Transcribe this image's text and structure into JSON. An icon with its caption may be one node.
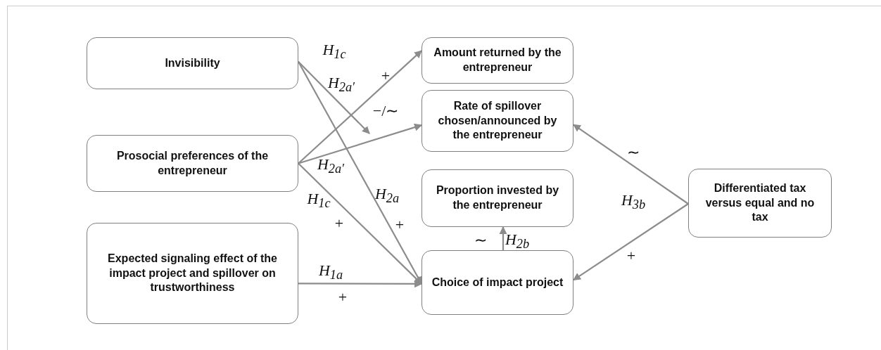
{
  "diagram": {
    "nodes": [
      {
        "text": [
          "Invisibility"
        ]
      },
      {
        "text": [
          "Prosocial preferences of the entrepreneur"
        ]
      },
      {
        "text": [
          "Expected signaling effect of the impact project and spillover on trustworthiness"
        ]
      },
      {
        "text": [
          "Amount returned by the entrepreneur"
        ]
      },
      {
        "text": [
          "Rate of spillover chosen/announced by the entrepreneur"
        ]
      },
      {
        "text": [
          "Proportion invested by the entrepreneur"
        ]
      },
      {
        "text": [
          "Choice of impact project"
        ]
      },
      {
        "text": [
          "Differentiated tax versus equal and no tax"
        ]
      }
    ],
    "edges": [
      {
        "from": 1,
        "to": 3,
        "arrow": "to",
        "label": "H$_{1c}$"
      },
      {
        "from": 0,
        "to": null,
        "arrow": "to",
        "label": "H$_{2a′}$"
      },
      {
        "from": 1,
        "to": 4,
        "arrow": "to",
        "label": "H$_{2a′}$"
      },
      {
        "from": 0,
        "to": 6,
        "arrow": "to",
        "label": "H$_{2a}$"
      },
      {
        "from": 1,
        "to": 6,
        "arrow": "to",
        "label": "H$_{1c}$"
      },
      {
        "from": 2,
        "to": 6,
        "arrow": "to",
        "label": "H$_{1a}$"
      },
      {
        "from": 6,
        "to": 5,
        "arrow": "to",
        "label": "H$_{2b}$"
      },
      {
        "from": 7,
        "to": 4,
        "arrow": "to"
      },
      {
        "from": 7,
        "to": 6,
        "arrow": "to"
      }
    ],
    "labels": [
      "+",
      "−/∼",
      "+",
      "+",
      "+",
      "∼",
      "∼",
      "H$_{3b}$",
      "+"
    ]
  }
}
